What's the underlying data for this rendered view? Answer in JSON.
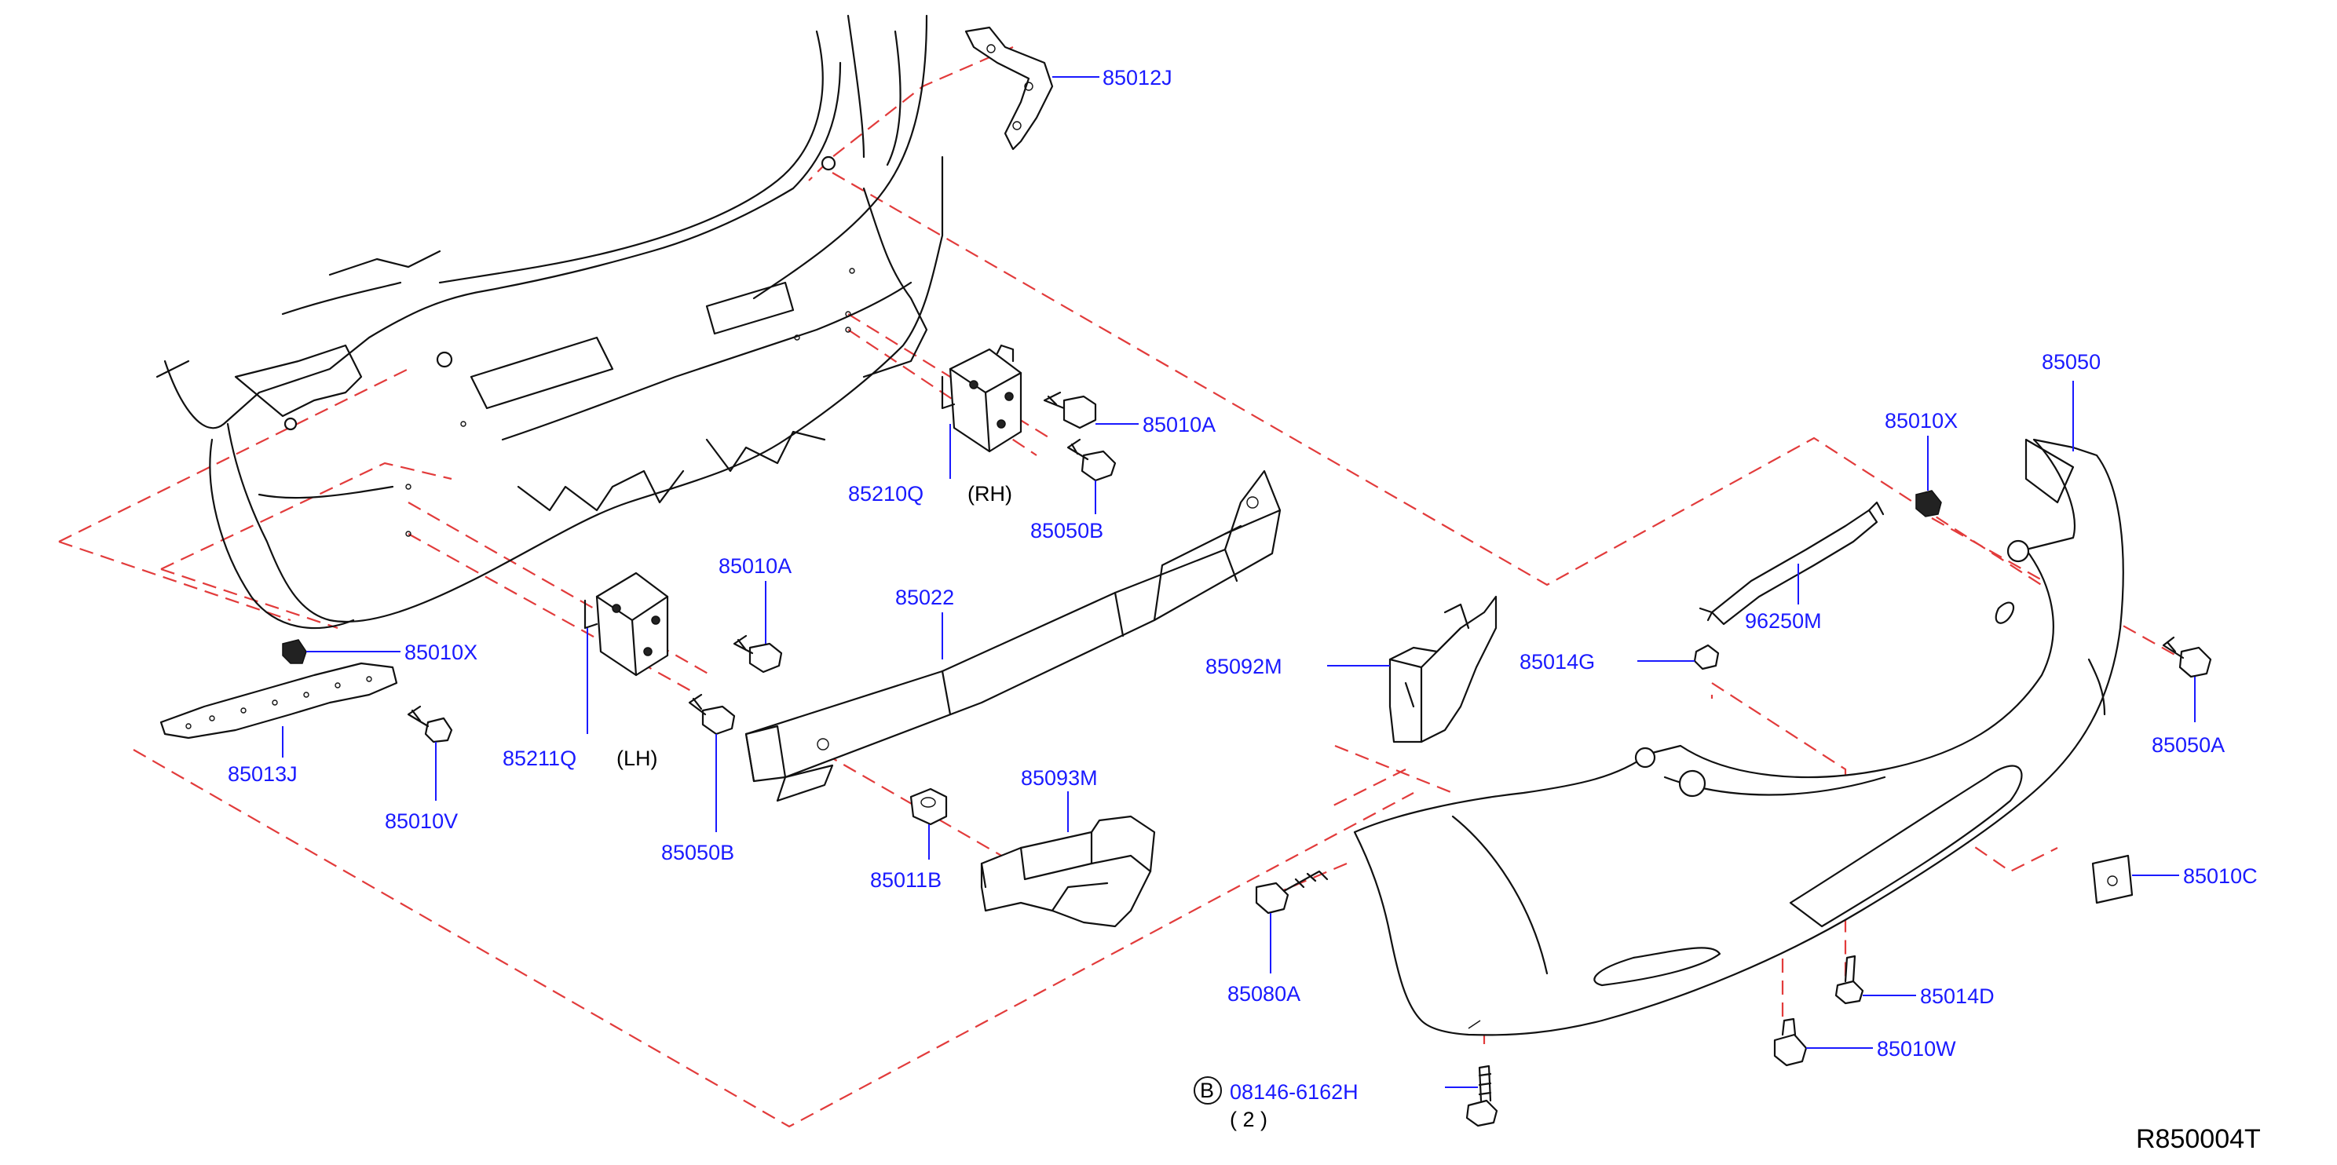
{
  "diagram_id": "R850004T",
  "labels": {
    "p85012J": "85012J",
    "p85010A_rh": "85010A",
    "p85210Q": "85210Q",
    "rh": "(RH)",
    "p85050B_rh": "85050B",
    "p85010A_lh": "85010A",
    "p85022": "85022",
    "p85010X_l": "85010X",
    "p85013J": "85013J",
    "p85010V": "85010V",
    "p85211Q": "85211Q",
    "lh": "(LH)",
    "p85050B_lh": "85050B",
    "p85093M": "85093M",
    "p85011B": "85011B",
    "p85092M": "85092M",
    "p85080A": "85080A",
    "p85050": "85050",
    "p85010X_r": "85010X",
    "p96250M": "96250M",
    "p85014G": "85014G",
    "p85050A": "85050A",
    "p85010C": "85010C",
    "p85014D": "85014D",
    "p85010W": "85010W",
    "bolt_circle": "B",
    "bolt_part": "08146-6162H",
    "bolt_qty": "( 2 )"
  }
}
